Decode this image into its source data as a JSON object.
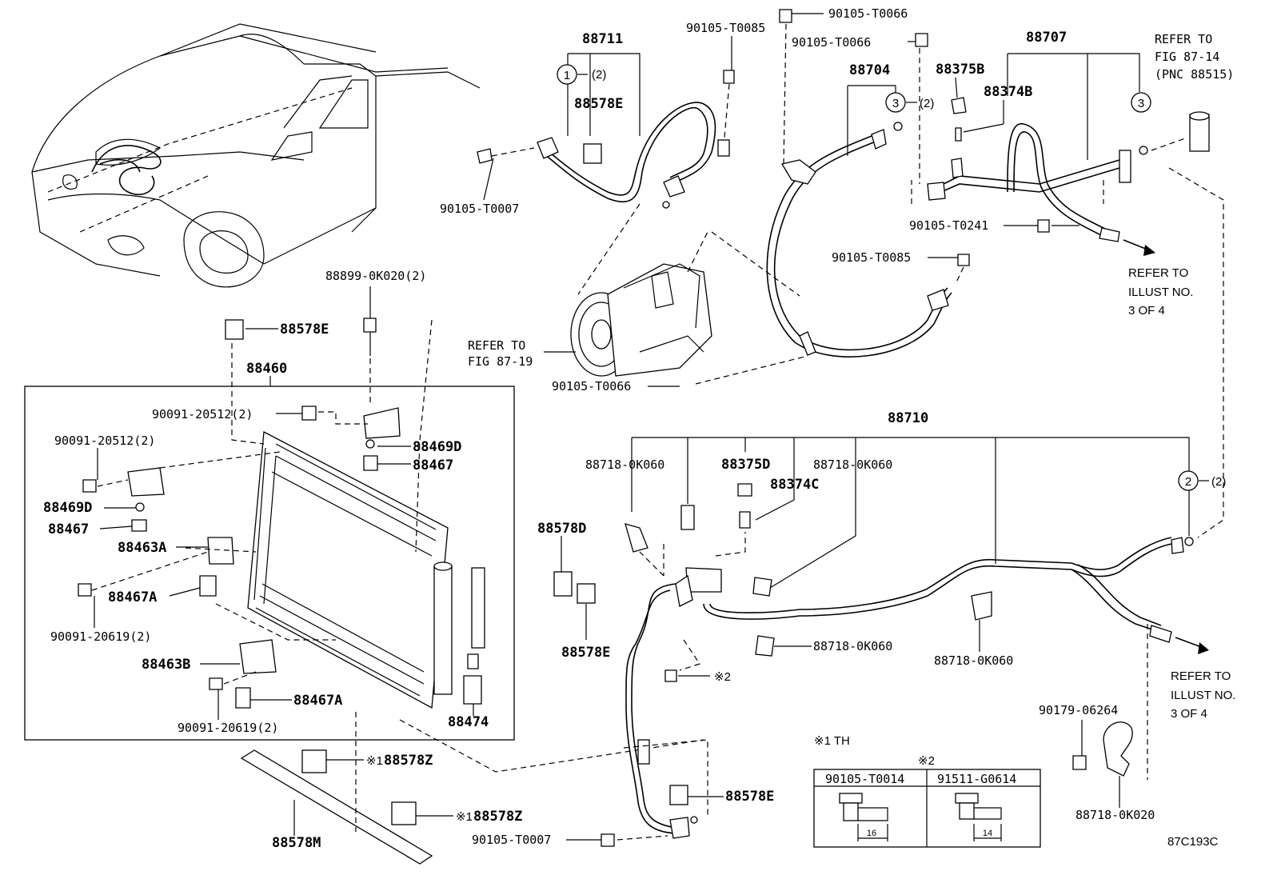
{
  "labels": {
    "p88711": "88711",
    "p88578E_top": "88578E",
    "p90105_T0007_top": "90105-T0007",
    "p90105_T0085_top": "90105-T0085",
    "p90105_T0066_a": "90105-T0066",
    "p90105_T0066_b": "90105-T0066",
    "p88704": "88704",
    "p88375B": "88375B",
    "p88374B": "88374B",
    "p88707": "88707",
    "refer_fig_87_14": [
      "REFER TO",
      "FIG 87-14",
      "(PNC 88515)"
    ],
    "p90105_T0241": "90105-T0241",
    "p90105_T0085_mid": "90105-T0085",
    "refer_illust_1": [
      "REFER TO",
      "ILLUST NO.",
      "3 OF 4"
    ],
    "p88899": "88899-0K020(2)",
    "p88578E_cond": "88578E",
    "refer_fig_87_19": [
      "REFER TO",
      "FIG 87-19"
    ],
    "p90105_T0066_c": "90105-T0066",
    "p88460": "88460",
    "p90091_20512_a": "90091-20512(2)",
    "p90091_20512_b": "90091-20512(2)",
    "p88469D_a": "88469D",
    "p88467_a": "88467",
    "p88469D_b": "88469D",
    "p88467_b": "88467",
    "p88463A": "88463A",
    "p88467A_a": "88467A",
    "p90091_20619_a": "90091-20619(2)",
    "p88463B": "88463B",
    "p88467A_b": "88467A",
    "p90091_20619_b": "90091-20619(2)",
    "p88474": "88474",
    "p88578Z_a": "88578Z",
    "p88578Z_b": "88578Z",
    "p88578M": "88578M",
    "p88710": "88710",
    "p88718_0K060_a": "88718-0K060",
    "p88375D": "88375D",
    "p88718_0K060_b": "88718-0K060",
    "p88374C": "88374C",
    "p88578D": "88578D",
    "p88578E_mid": "88578E",
    "p88718_0K060_c": "88718-0K060",
    "p88718_0K060_d": "88718-0K060",
    "note2_ref": "※2",
    "refer_illust_2": [
      "REFER TO",
      "ILLUST NO.",
      "3 OF 4"
    ],
    "p90179_06264": "90179-06264",
    "p88718_0K020": "88718-0K020",
    "p88578E_bot": "88578E",
    "p90105_T0007_bot": "90105-T0007",
    "note1_th": "※1 TH",
    "note2_head": "※2",
    "table_col1": "90105-T0014",
    "table_col2": "91511-G0614",
    "dim1": "16",
    "dim2": "14",
    "diagram_code": "87C193C",
    "mark1": "※1",
    "mark2": "※1"
  },
  "circled_refs": {
    "c1": "1",
    "c1_qty": "(2)",
    "c3a": "3",
    "c3a_qty": "(2)",
    "c3b": "3",
    "c2": "2",
    "c2_qty": "(2)"
  }
}
